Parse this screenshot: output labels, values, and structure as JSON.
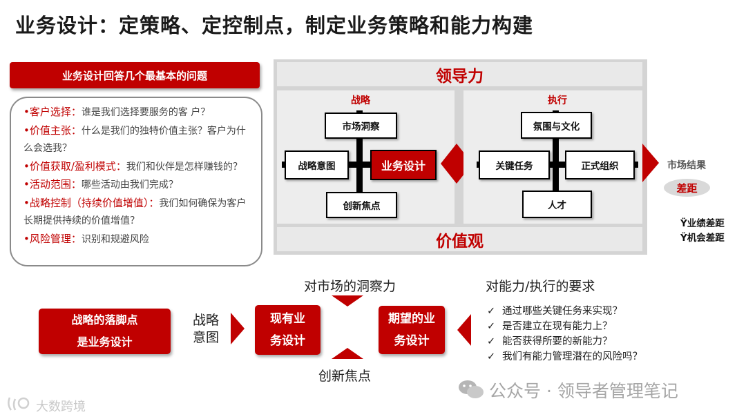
{
  "title": "业务设计：定策略、定控制点，制定业务策略和能力构建",
  "questions": {
    "header": "业务设计回答几个最基本的问题",
    "items": [
      {
        "key": "•客户选择：",
        "text": "谁是我们选择要服务的客 户？"
      },
      {
        "key": "•价值主张：",
        "text": "什么是我们的独特价值主张？客户为什么会选我？"
      },
      {
        "key": "•价值获取/盈利模式：",
        "text": "我们和伙伴是怎样赚钱的？"
      },
      {
        "key": "•活动范围：",
        "text": "哪些活动由我们完成？"
      },
      {
        "key": "•战略控制（持续价值增值）：",
        "text": "我们如何确保为客户长期提供持续的价值增值？"
      },
      {
        "key": "•风险管理：",
        "text": "识别和规避风险"
      }
    ]
  },
  "model": {
    "leadership": "领导力",
    "values": "价值观",
    "strategy": {
      "label": "战略",
      "top": "市场洞察",
      "left": "战略意图",
      "center": "业务设计",
      "bottom": "创新焦点"
    },
    "execution": {
      "label": "执行",
      "top": "氛围与文化",
      "left": "关键任务",
      "right": "正式组织",
      "bottom": "人才"
    },
    "market_results": "市场结果",
    "gap": "差距",
    "gap_items": [
      "Ÿ业绩差距",
      "Ÿ机会差距"
    ]
  },
  "bottom": {
    "foothold": "战略的落脚点是业务设计",
    "intent": "战略意图",
    "current": "现有业务设计",
    "expected": "期望的业务设计",
    "market_insight": "对市场的洞察力",
    "innovation": "创新焦点",
    "capability_title": "对能力/执行的要求",
    "check_mark": "✓",
    "checks": [
      "通过哪些关键任务来实现？",
      "是否建立在现有能力上？",
      "能否获得所要的新能力？",
      "我们有能力管理潜在的风险吗？"
    ]
  },
  "watermarks": {
    "wechat": "公众号 · 领导者管理笔记",
    "logo": "大数跨境"
  },
  "colors": {
    "accent": "#c00000",
    "panel": "#ededed",
    "frame": "#d4d4d4"
  }
}
